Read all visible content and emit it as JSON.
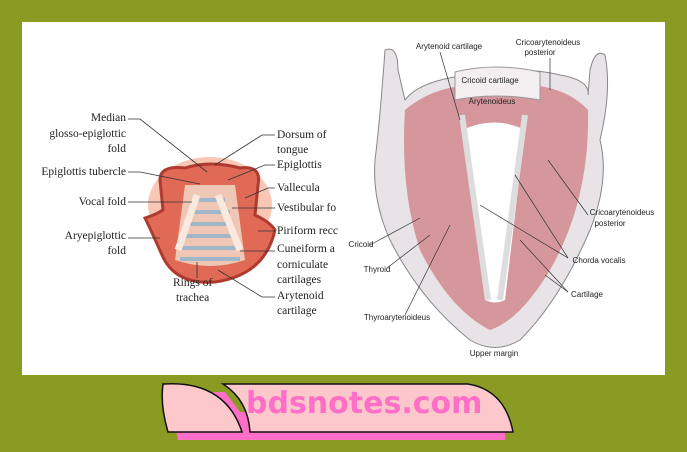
{
  "colors": {
    "background": "#8a9b24",
    "panel": "#ffffff",
    "brand_text": "#ff6ec7",
    "banner_fill": "#fcc8cc"
  },
  "left_diagram": {
    "left_labels": [
      "Median",
      "glosso-epiglottic",
      "fold",
      "Epiglottis tubercle",
      "Vocal fold",
      "Aryepiglottic",
      "fold"
    ],
    "right_labels": [
      "Dorsum of",
      "tongue",
      "Epiglottis",
      "Vallecula",
      "Vestibular fo",
      "Piriform recc",
      "Cuneiform a",
      "corniculate",
      "cartilages",
      "Arytenoid",
      "cartilage"
    ],
    "bottom_labels": [
      "Rings of",
      "trachea"
    ]
  },
  "right_diagram": {
    "labels": [
      "Arytenoid cartilage",
      "Cricoarytenoideus",
      "posterior",
      "Cricoid cartilage",
      "Arytenoideus",
      "Cricoarytenoideus",
      "posterior",
      "Cricoid",
      "Thyroid",
      "Chorda vocalis",
      "Cartilage",
      "Thyroarytenoideus",
      "Upper margin"
    ]
  },
  "brand": {
    "text": "bdsnotes.com"
  }
}
